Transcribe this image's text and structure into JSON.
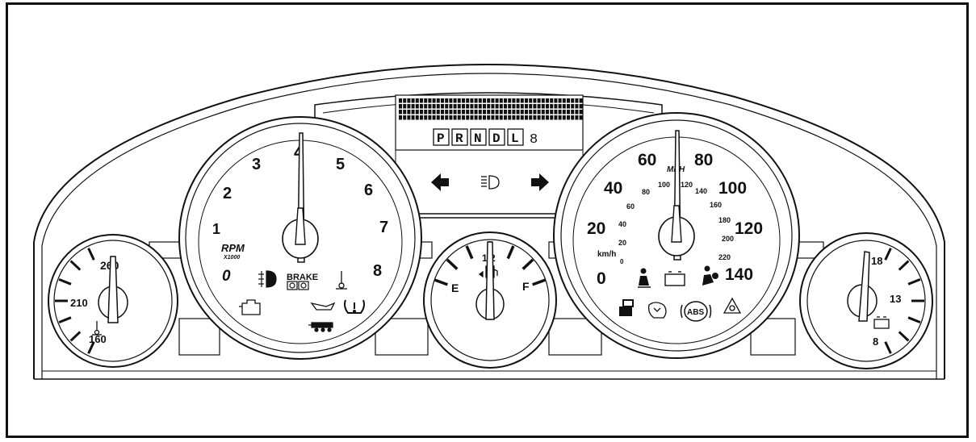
{
  "tachometer": {
    "labels": [
      "0",
      "1",
      "2",
      "3",
      "4",
      "5",
      "6",
      "7",
      "8"
    ],
    "unit": "RPM",
    "multiplier": "X1000",
    "brake_label": "BRAKE"
  },
  "speedometer": {
    "mph_labels": [
      "0",
      "20",
      "40",
      "60",
      "80",
      "100",
      "120",
      "140"
    ],
    "mph_unit": "MPH",
    "kmh_labels": [
      "0",
      "20",
      "40",
      "60",
      "80",
      "100",
      "120",
      "140",
      "160",
      "180",
      "200",
      "220"
    ],
    "kmh_unit": "km/h"
  },
  "temp_gauge": {
    "labels": [
      "160",
      "210",
      "260"
    ]
  },
  "fuel_gauge": {
    "empty": "E",
    "full": "F",
    "half": "1/2"
  },
  "volt_gauge": {
    "labels": [
      "8",
      "13",
      "18"
    ]
  },
  "display": {
    "gears": [
      "P",
      "R",
      "N",
      "D",
      "L"
    ],
    "current_gear": "8"
  },
  "warning_lights": {
    "abs": "ABS"
  }
}
